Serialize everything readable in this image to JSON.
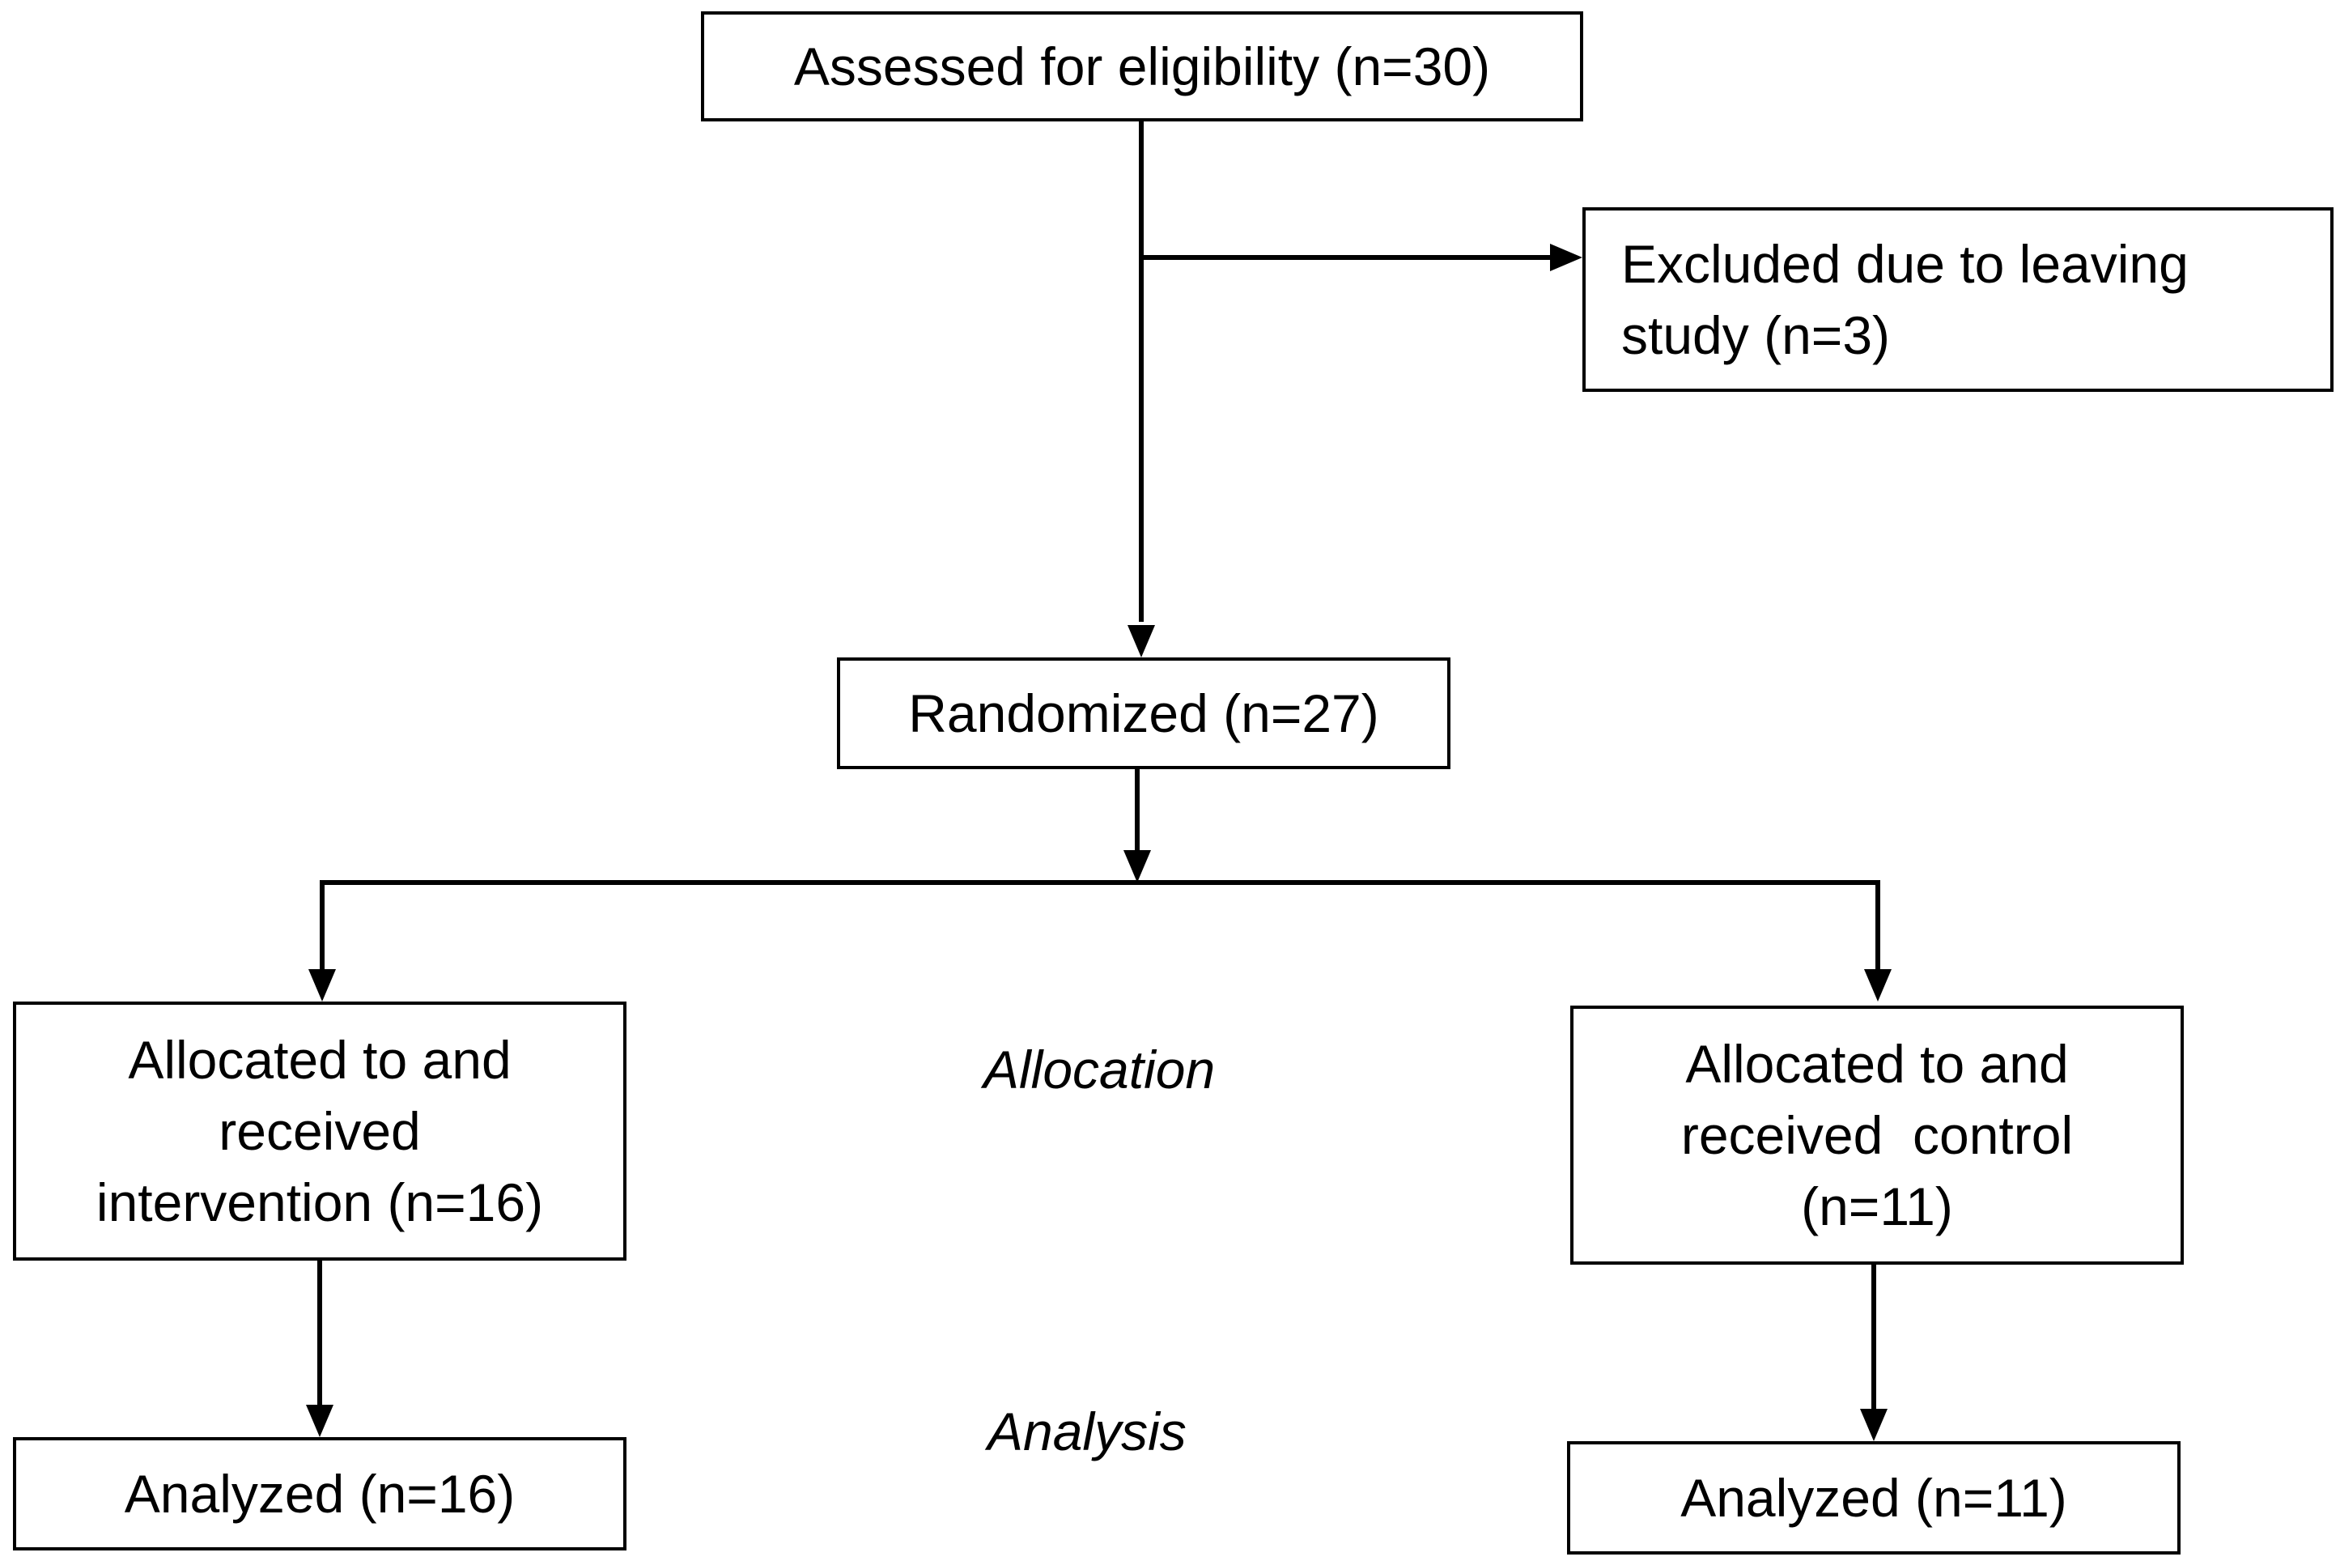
{
  "boxes": {
    "assessed": {
      "lines": [
        "Assessed for eligibility (n=30)"
      ]
    },
    "excluded": {
      "lines": [
        "Excluded due to leaving",
        "study (n=3)"
      ]
    },
    "randomized": {
      "lines": [
        "Randomized (n=27)"
      ]
    },
    "allocated_intervention": {
      "lines": [
        "Allocated to and",
        "received",
        "intervention (n=16)"
      ]
    },
    "allocated_control": {
      "lines": [
        "Allocated to and",
        "received  control",
        "(n=11)"
      ]
    },
    "analyzed_intervention": {
      "lines": [
        "Analyzed (n=16)"
      ]
    },
    "analyzed_control": {
      "lines": [
        "Analyzed (n=11)"
      ]
    }
  },
  "stages": {
    "allocation": "Allocation",
    "analysis": "Analysis"
  },
  "colors": {
    "stroke": "#000000",
    "background": "#ffffff"
  }
}
